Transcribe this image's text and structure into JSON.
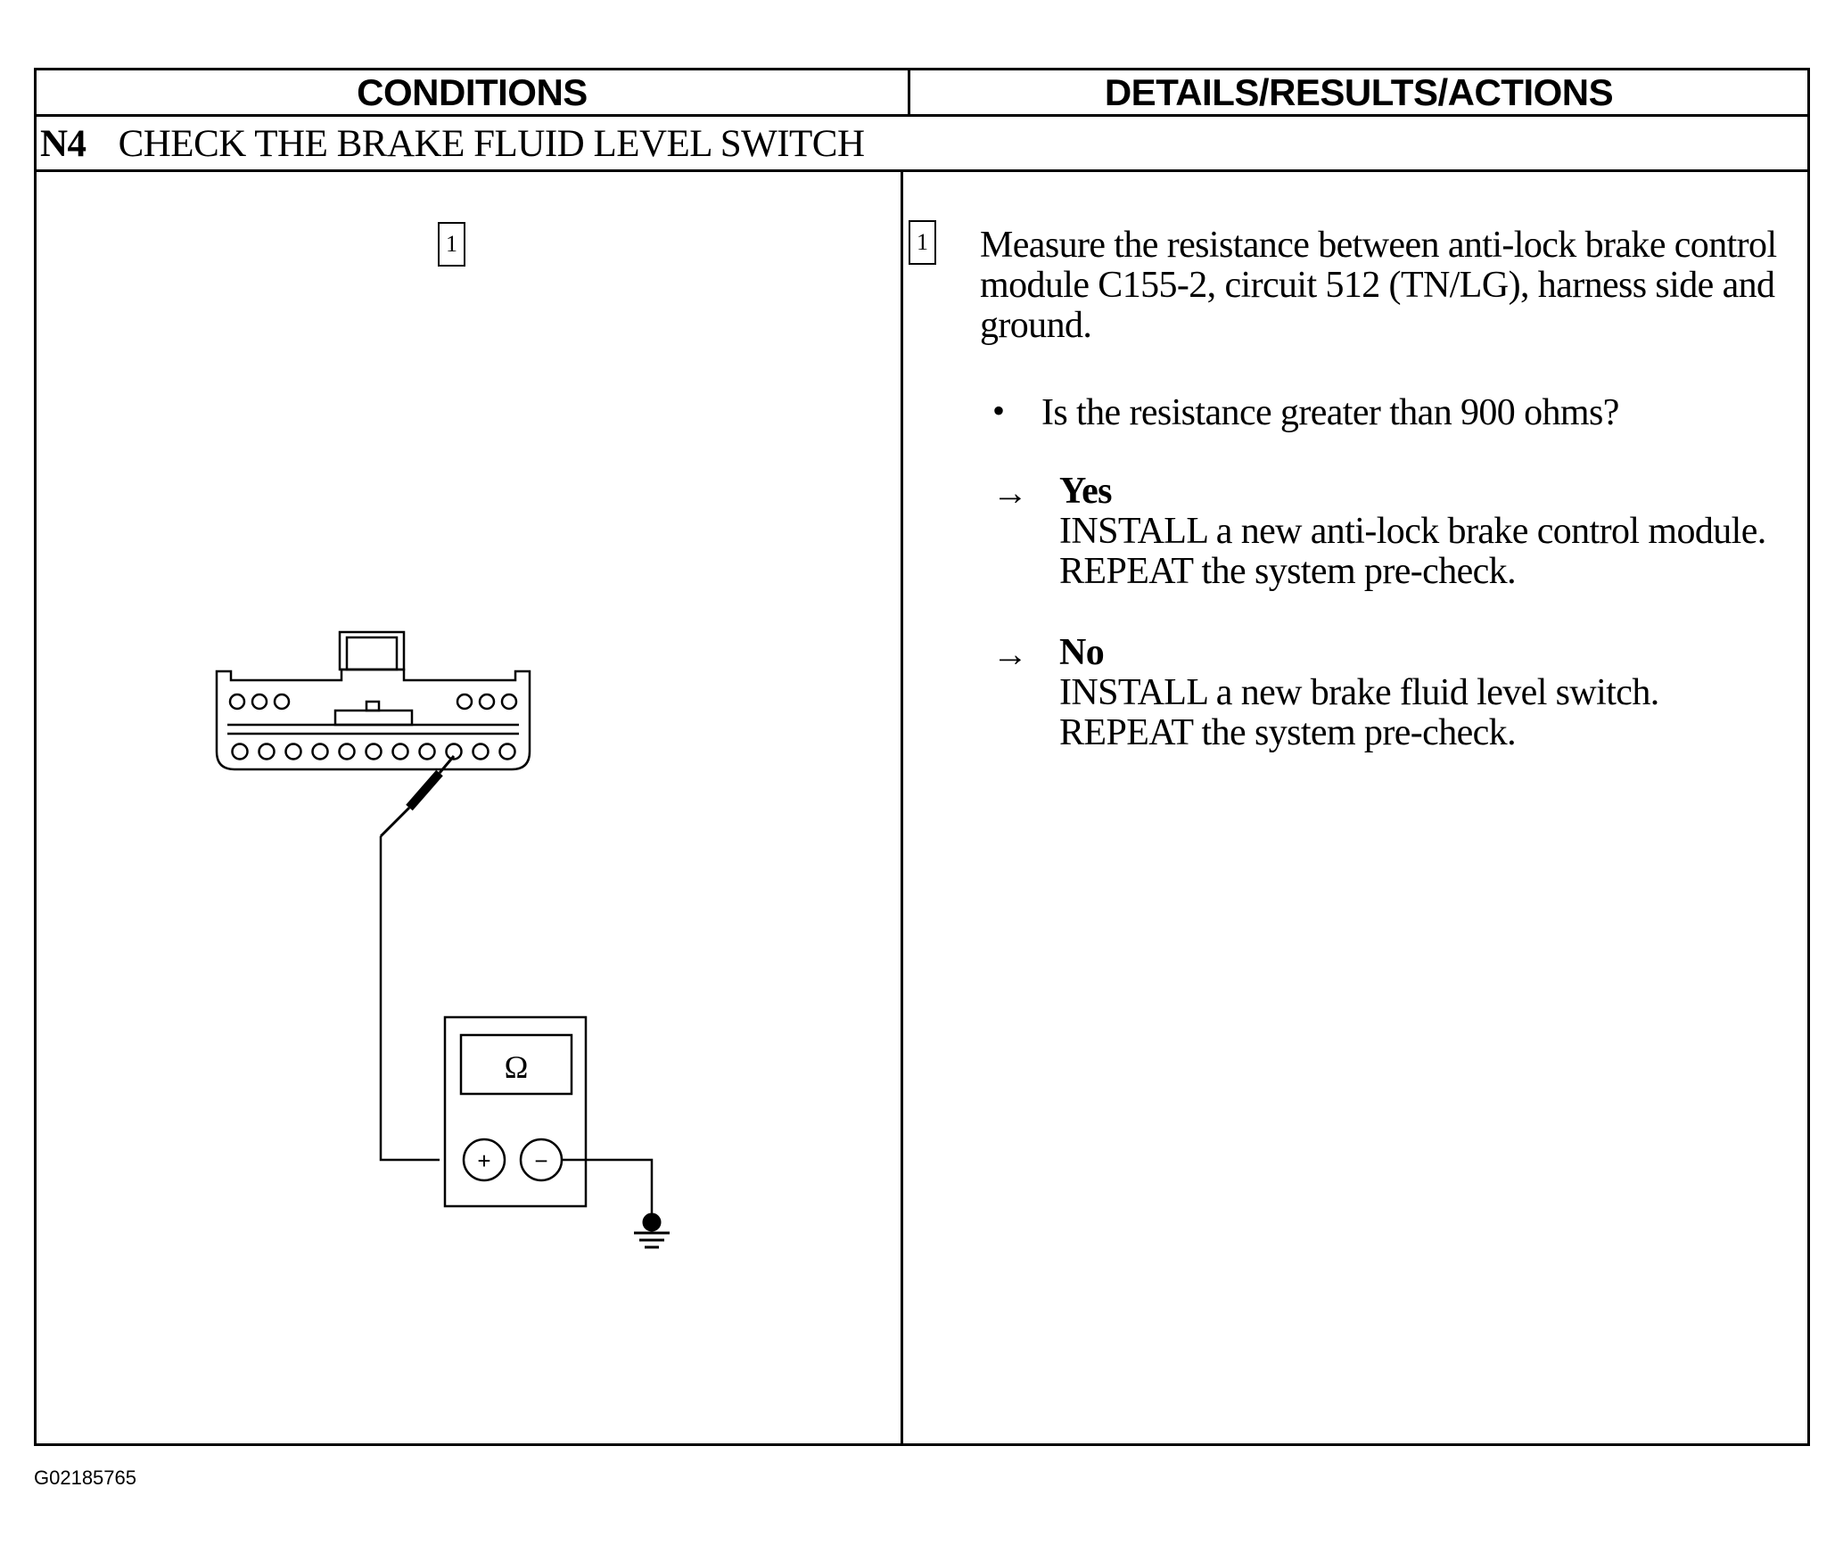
{
  "table": {
    "col_conditions": "CONDITIONS",
    "col_details": "DETAILS/RESULTS/ACTIONS"
  },
  "step": {
    "code": "N4",
    "title": "CHECK THE BRAKE FLUID LEVEL SWITCH"
  },
  "diagram": {
    "step_number": "1",
    "meter_symbol": "Ω",
    "plus_symbol": "+",
    "minus_symbol": "−"
  },
  "details": {
    "step_number": "1",
    "instruction": "Measure the resistance between anti-lock brake control module C155-2, circuit 512 (TN/LG), harness side and ground.",
    "bullet": "•",
    "question": "Is the resistance greater than 900 ohms?",
    "arrow": "→",
    "results": [
      {
        "answer": "Yes",
        "action": "INSTALL a new anti-lock brake control module. REPEAT the system pre-check."
      },
      {
        "answer": "No",
        "action": "INSTALL a new brake fluid level switch. REPEAT the system pre-check."
      }
    ]
  },
  "figure_id": "G02185765"
}
